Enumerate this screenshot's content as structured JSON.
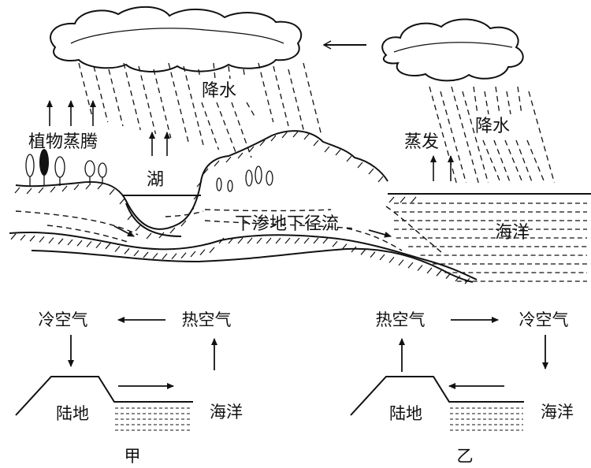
{
  "water_cycle": {
    "precip_land": "降水",
    "precip_sea": "降水",
    "plant_transpiration": "植物蒸腾",
    "lake": "湖",
    "evaporation": "蒸发",
    "groundwater": "下渗地下径流",
    "ocean": "海洋"
  },
  "panel_jia": {
    "cold_air": "冷空气",
    "hot_air": "热空气",
    "land": "陆地",
    "ocean": "海洋",
    "caption": "甲"
  },
  "panel_yi": {
    "hot_air": "热空气",
    "cold_air": "冷空气",
    "land": "陆地",
    "ocean": "海洋",
    "caption": "乙"
  }
}
